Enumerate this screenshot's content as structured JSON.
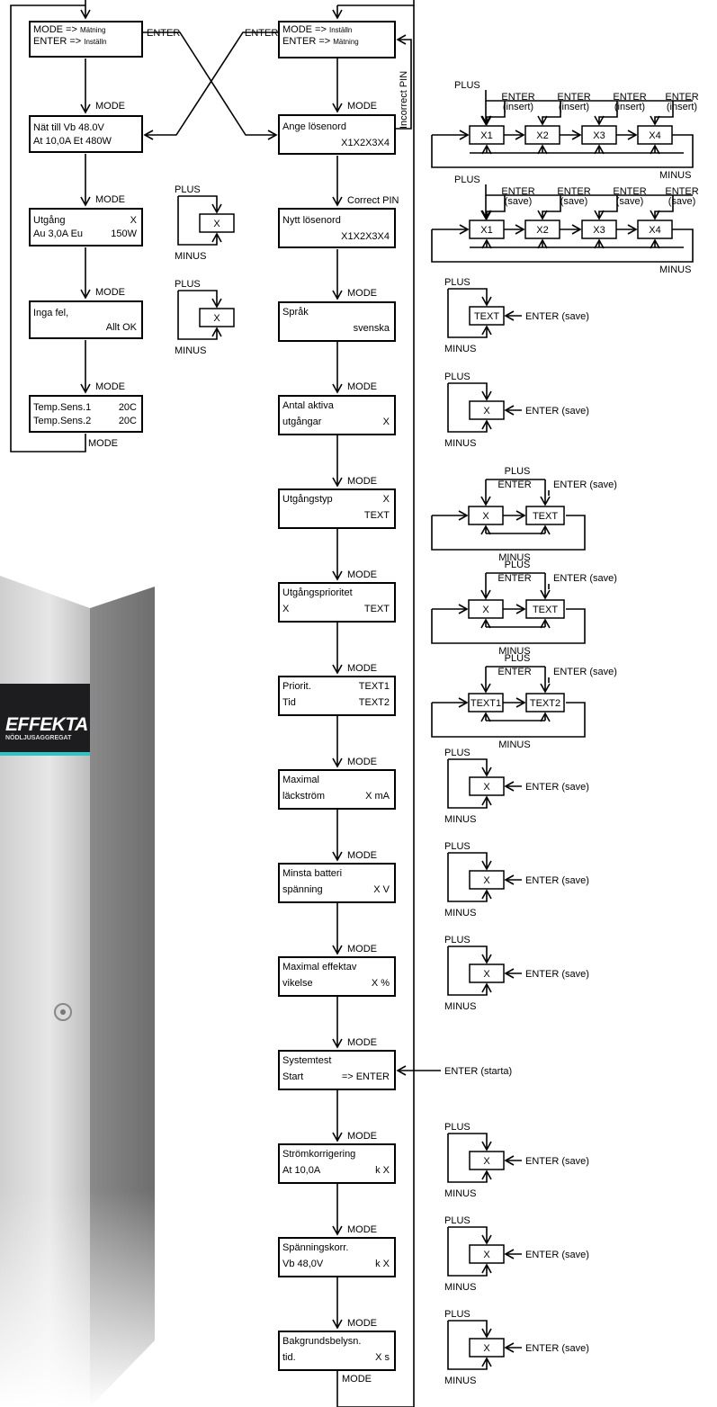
{
  "menu": {
    "left": [
      {
        "line1": "MODE => ",
        "line1_small": "Mätning",
        "line2": "ENTER => ",
        "line2_small": "Inställn"
      },
      {
        "line1": "Nät  till  Vb  48.0V",
        "line2": "At 10,0A  Et 480W"
      },
      {
        "line1": "Utgång",
        "line1_right": "X",
        "line2": "Au 3,0A  Eu",
        "line2_right": "150W"
      },
      {
        "line1": "Inga fel,",
        "line2_right": "Allt OK"
      },
      {
        "line1": "Temp.Sens.1",
        "line1_right": "20C",
        "line2": "Temp.Sens.2",
        "line2_right": "20C"
      }
    ],
    "right": [
      {
        "line1": "MODE => ",
        "line1_small": "Inställn",
        "line2": "ENTER => ",
        "line2_small": "Mätning"
      },
      {
        "line1": "Ange lösenord",
        "line2_right": "X1X2X3X4"
      },
      {
        "line1": "Nytt lösenord",
        "line2_right": "X1X2X3X4"
      },
      {
        "line1": "Språk",
        "line2_right": "svenska"
      },
      {
        "line1": "Antal  aktiva",
        "line2": "utgångar",
        "line2_right": "X"
      },
      {
        "line1": "Utgångstyp",
        "line1_right": "X",
        "line2_right": "TEXT"
      },
      {
        "line1": "Utgångsprioritet",
        "line2": "X",
        "line2_right": "TEXT"
      },
      {
        "line1": "Priorit.",
        "line1_right": "TEXT1",
        "line2": "Tid",
        "line2_right": "TEXT2"
      },
      {
        "line1": "Maximal",
        "line2": "läckström",
        "line2_right": "X mA"
      },
      {
        "line1": "Minsta batteri",
        "line2": "spänning",
        "line2_right": "X V"
      },
      {
        "line1": "Maximal effektav",
        "line2": "vikelse",
        "line2_right": "X %"
      },
      {
        "line1": "Systemtest",
        "line2": "Start",
        "line2_right": "=> ENTER"
      },
      {
        "line1": "Strömkorrigering",
        "line2": "At 10,0A",
        "line2_right": "k  X"
      },
      {
        "line1": "Spänningskorr.",
        "line2": "Vb  48,0V",
        "line2_right": "k  X"
      },
      {
        "line1": "Bakgrundsbelysn.",
        "line2": "tid.",
        "line2_right": "X s"
      }
    ]
  },
  "labels": {
    "mode": "MODE",
    "enter": "ENTER",
    "incorrect_pin": "Incorrect PIN",
    "correct_pin": "Correct PIN",
    "plus": "PLUS",
    "minus": "MINUS",
    "enter_insert_1": "ENTER",
    "enter_insert_2": "(insert)",
    "enter_save_1": "ENTER",
    "enter_save_2": "(save)",
    "enter_save": "ENTER (save)",
    "enter_start": "ENTER (starta)",
    "x": "X",
    "text": "TEXT",
    "text1": "TEXT1",
    "text2": "TEXT2",
    "x1": "X1",
    "x2": "X2",
    "x3": "X3",
    "x4": "X4"
  },
  "cabinet": {
    "brand": "EFFEKTA",
    "sub": "NÖDLJUSAGGREGAT",
    "accent_color": "#2fc4c4"
  }
}
